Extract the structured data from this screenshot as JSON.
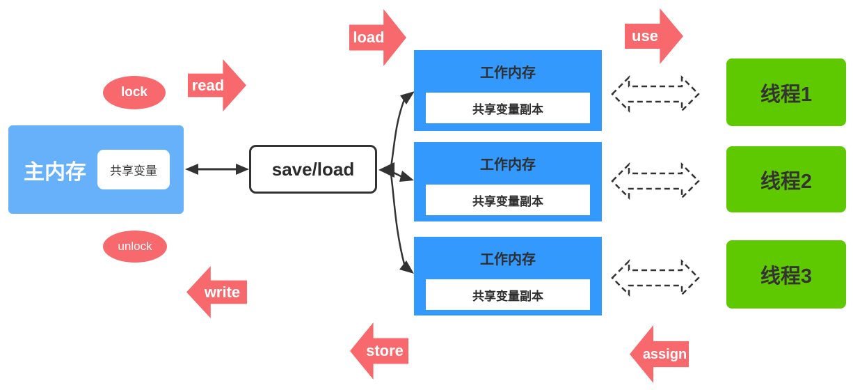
{
  "diagram": {
    "main_memory": {
      "label": "主内存",
      "shared_var_label": "共享变量"
    },
    "save_load": {
      "label": "save/load"
    },
    "operations": {
      "lock": "lock",
      "unlock": "unlock",
      "read": "read",
      "write": "write",
      "load": "load",
      "store": "store",
      "use": "use",
      "assign": "assign"
    },
    "working_memory": [
      {
        "title": "工作内存",
        "copy_label": "共享变量副本"
      },
      {
        "title": "工作内存",
        "copy_label": "共享变量副本"
      },
      {
        "title": "工作内存",
        "copy_label": "共享变量副本"
      }
    ],
    "threads": [
      {
        "label": "线程1"
      },
      {
        "label": "线程2"
      },
      {
        "label": "线程3"
      }
    ],
    "colors": {
      "main_memory_blue": "#66b1fa",
      "working_memory_blue": "#3399fc",
      "thread_green": "#5fc900",
      "operation_pink": "#f7696c",
      "line_dark": "#333333"
    }
  }
}
